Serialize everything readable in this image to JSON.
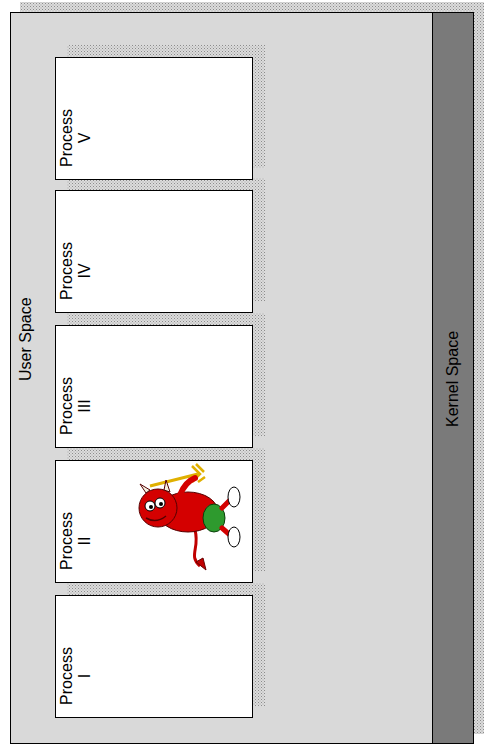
{
  "diagram": {
    "nodes": [
      {
        "text": [
          "User Space"
        ]
      },
      {
        "text": [
          "Process I"
        ],
        "in": 0
      },
      {
        "text": [
          "Process II"
        ],
        "in": 0
      },
      {
        "text": [
          "Process III"
        ],
        "in": 0
      },
      {
        "text": [
          "Process IV"
        ],
        "in": 0
      },
      {
        "text": [
          "Process V"
        ],
        "in": 0
      },
      {
        "text": [
          "Kernel Space"
        ]
      }
    ]
  }
}
